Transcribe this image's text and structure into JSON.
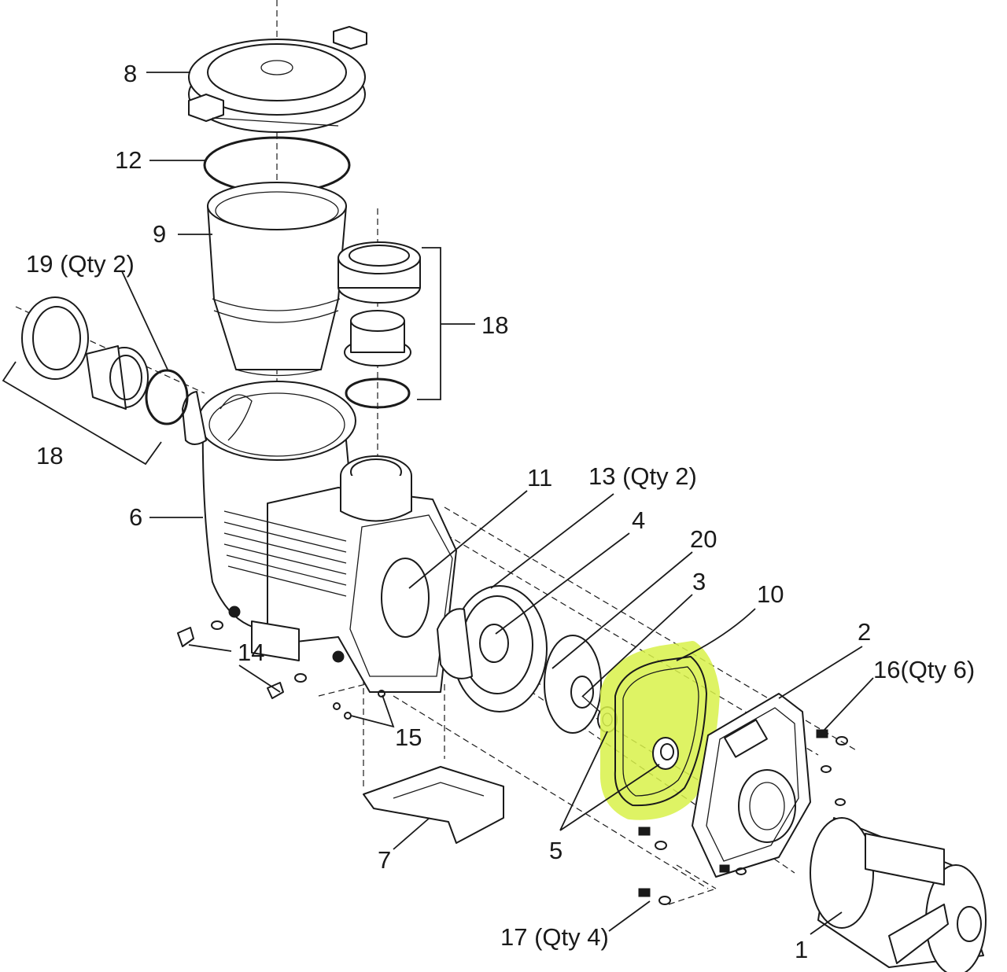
{
  "colors": {
    "line": "#1a1a1a",
    "highlight": "#d9f24a",
    "background": "#ffffff"
  },
  "labels": {
    "p1": "1",
    "p2": "2",
    "p3": "3",
    "p4": "4",
    "p5": "5",
    "p6": "6",
    "p7": "7",
    "p8": "8",
    "p9": "9",
    "p10": "10",
    "p11": "11",
    "p12": "12",
    "p13": "13 (Qty 2)",
    "p14": "14",
    "p15": "15",
    "p16": "16(Qty 6)",
    "p17": "17 (Qty 4)",
    "p18a": "18",
    "p18b": "18",
    "p19": "19 (Qty 2)",
    "p20": "20"
  },
  "highlighted_part": "10"
}
